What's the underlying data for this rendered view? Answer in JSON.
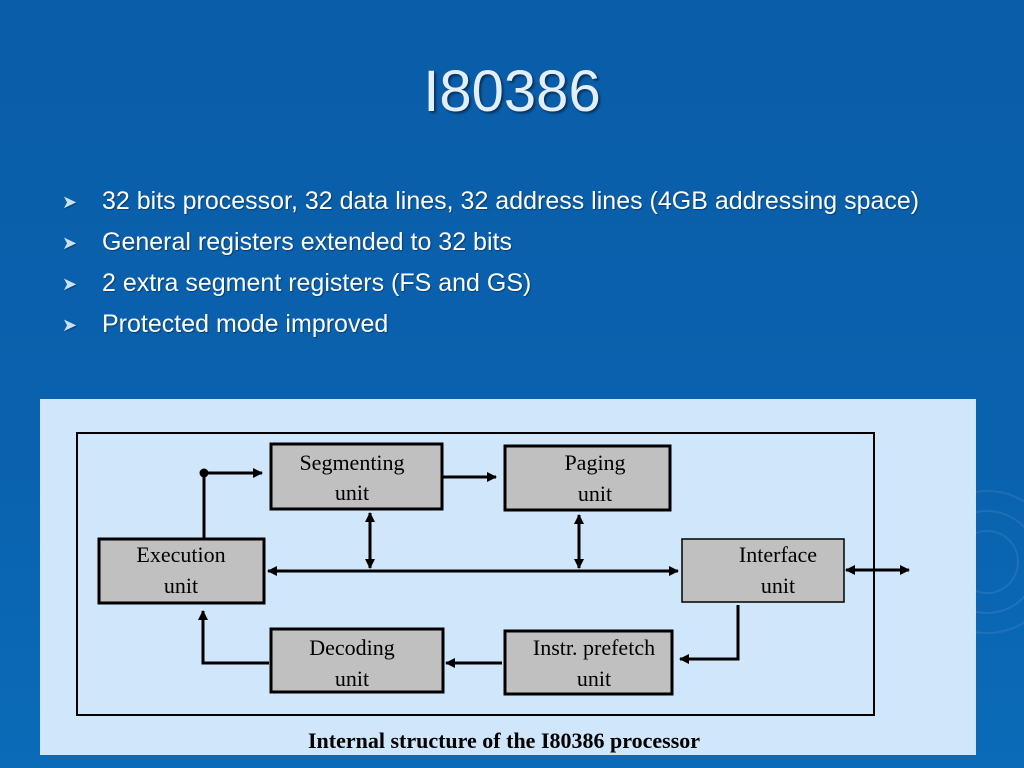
{
  "slide": {
    "title": "I80386",
    "bullets": [
      "32 bits processor, 32 data lines, 32 address lines (4GB addressing space)",
      "General registers extended to 32 bits",
      "2 extra segment registers (FS and GS)",
      "Protected mode improved"
    ],
    "bullet_icon": "chevron-right-icon"
  },
  "diagram": {
    "nodes": {
      "segmenting": {
        "line1": "Segmenting",
        "line2": "unit"
      },
      "paging": {
        "line1": "Paging",
        "line2": "unit"
      },
      "execution": {
        "line1": "Execution",
        "line2": "unit"
      },
      "interface": {
        "line1": "Interface",
        "line2": "unit"
      },
      "decoding": {
        "line1": "Decoding",
        "line2": "unit"
      },
      "prefetch": {
        "line1": "Instr. prefetch",
        "line2": "unit"
      }
    },
    "edges": [
      {
        "from": "execution",
        "to": "segmenting"
      },
      {
        "from": "segmenting",
        "to": "paging"
      },
      {
        "from": "segmenting",
        "to": "internal-bus",
        "bidirectional": true
      },
      {
        "from": "paging",
        "to": "internal-bus",
        "bidirectional": true
      },
      {
        "from": "execution",
        "to": "interface",
        "bidirectional": true
      },
      {
        "from": "interface",
        "to": "external-bus",
        "bidirectional": true
      },
      {
        "from": "interface",
        "to": "prefetch"
      },
      {
        "from": "prefetch",
        "to": "decoding"
      },
      {
        "from": "decoding",
        "to": "execution"
      }
    ],
    "caption": "Internal structure of the I80386 processor",
    "colors": {
      "node_fill": "#c0c0c0",
      "panel": "#cfe6fb",
      "background": "#0a5da8"
    }
  }
}
